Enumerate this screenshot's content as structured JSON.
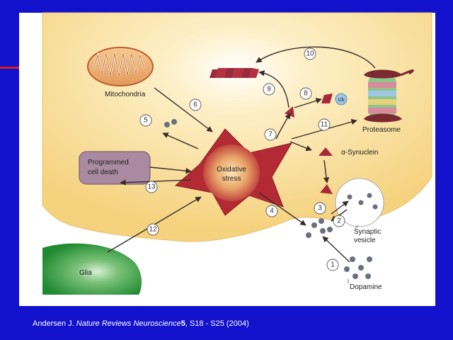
{
  "labels": {
    "mitochondria": "Mitochondria",
    "oxidative_line1": "Oxidative",
    "oxidative_line2": "stress",
    "programmed_line1": "Programmed",
    "programmed_line2": "cell death",
    "proteasome": "Proteasome",
    "synuclein": "α-Synuclein",
    "synaptic_line1": "Synaptic",
    "synaptic_line2": "vesicle",
    "dopamine": "Dopamine",
    "glia": "Glia",
    "ub": "Ub"
  },
  "steps": [
    "1",
    "2",
    "3",
    "4",
    "5",
    "6",
    "7",
    "8",
    "9",
    "10",
    "11",
    "12",
    "13"
  ],
  "citation": {
    "author": "Andersen J. ",
    "journal": "Nature Reviews Neuroscience",
    "volume": "5",
    "rest": ", S18 - S25 (2004)"
  },
  "colors": {
    "slide_bg": "#1212cc",
    "cell_fill": "#f7d98a",
    "stress_red": "#b32a35",
    "glia_green": "#2e9a3e",
    "death_purple": "#a98aa0"
  }
}
